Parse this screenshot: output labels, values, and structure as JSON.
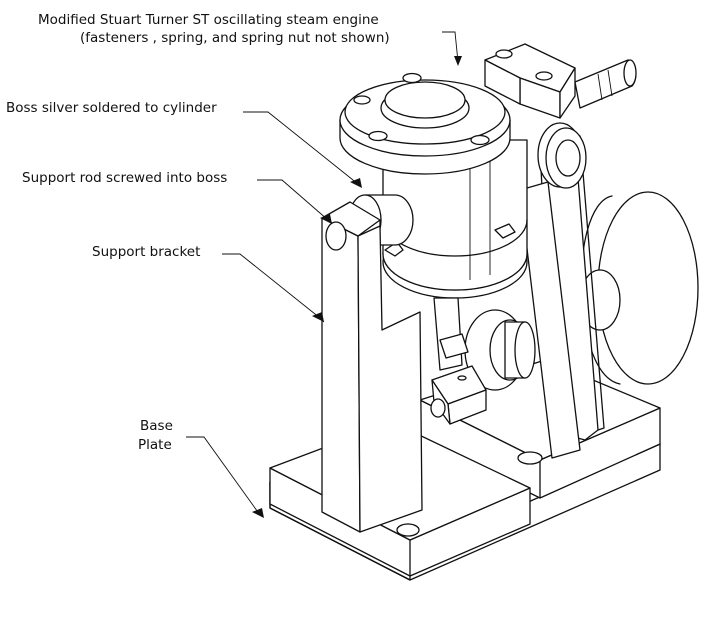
{
  "labels": {
    "engine_line1": "Modified  Stuart Turner ST oscillating  steam engine",
    "engine_line2": "(fasteners , spring, and spring nut not shown)",
    "boss": "Boss silver soldered to cylinder",
    "rod": "Support rod screwed into boss",
    "bracket": "Support bracket",
    "base_line1": "Base",
    "base_line2": "Plate"
  },
  "colors": {
    "line": "#111111",
    "background": "#ffffff"
  }
}
